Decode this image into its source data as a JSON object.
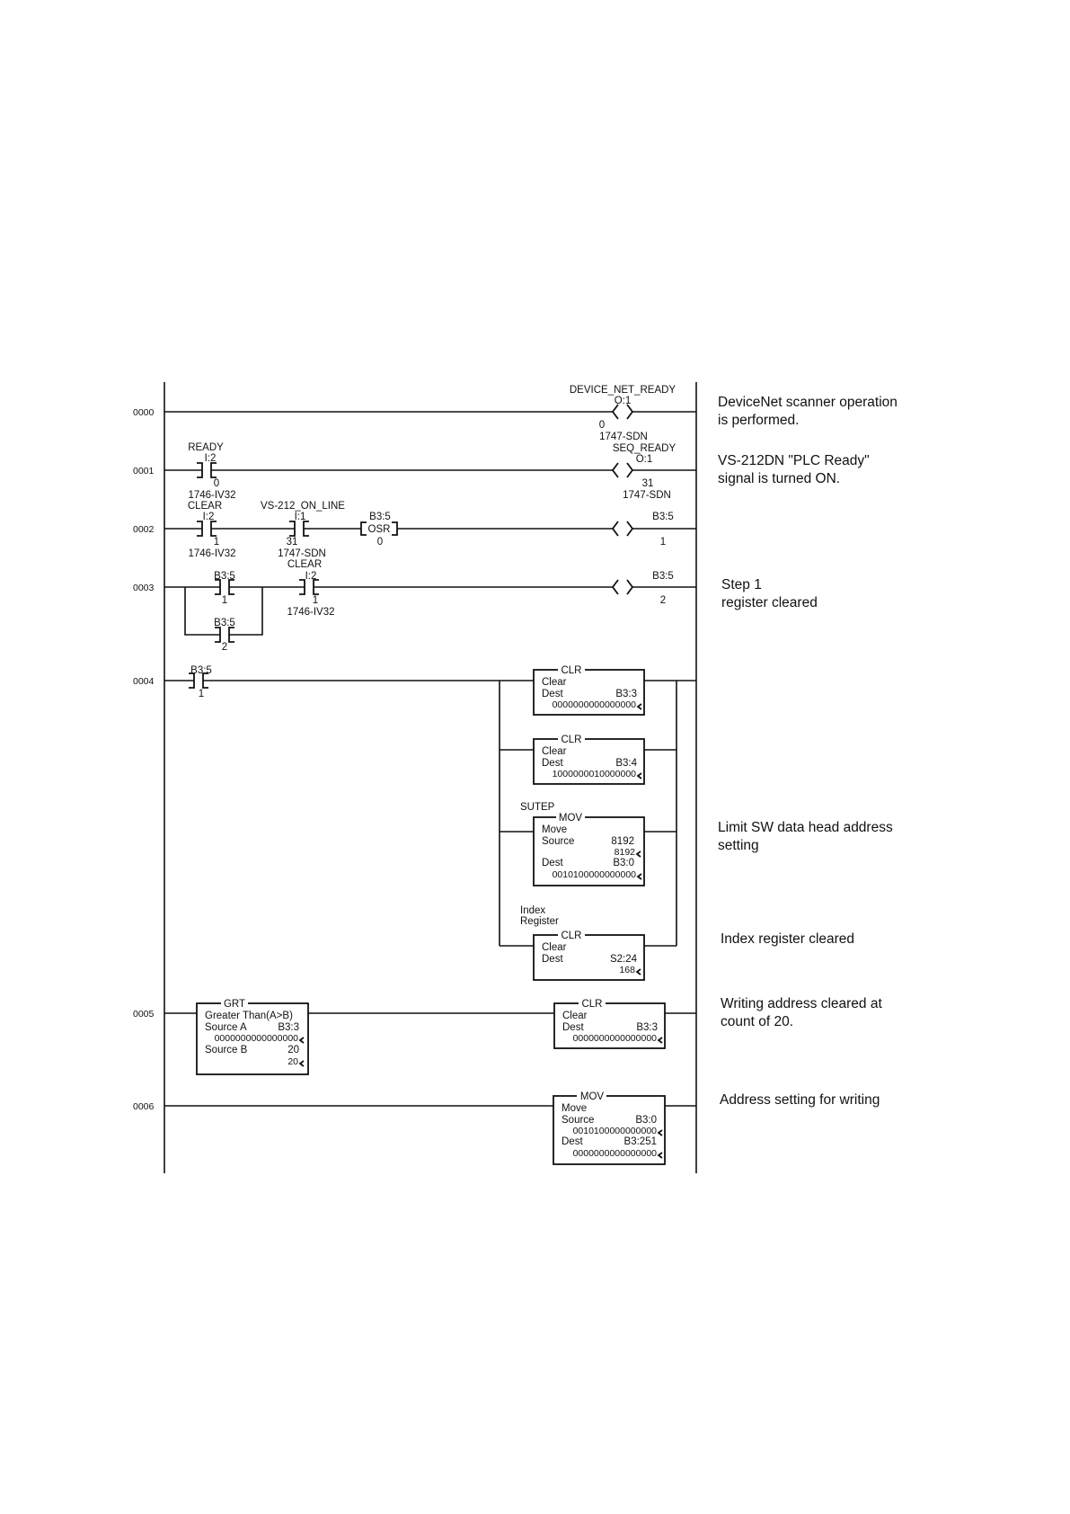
{
  "rungs": [
    {
      "number": "0000",
      "coil": {
        "tag": "DEVICE_NET_READY",
        "addr": "O:1",
        "bit": "0",
        "module": "1747-SDN"
      },
      "comment": [
        "DeviceNet scanner operation",
        "is performed."
      ]
    },
    {
      "number": "0001",
      "contact": {
        "tag": "READY",
        "addr": "I:2",
        "bit": "0",
        "module": "1746-IV32"
      },
      "coil": {
        "tag": "SEQ_READY",
        "addr": "O:1",
        "bit": "31",
        "module": "1747-SDN"
      },
      "comment": [
        "VS-212DN \"PLC Ready\"",
        "signal is turned ON."
      ]
    },
    {
      "number": "0002",
      "contact1": {
        "tag": "CLEAR",
        "addr": "I:2",
        "bit": "1",
        "module": "1746-IV32"
      },
      "contact2": {
        "tag": "VS-212_ON_LINE",
        "addr": "I:1",
        "bit": "31",
        "module": "1747-SDN"
      },
      "osr": {
        "addr": "B3:5",
        "label": "OSR",
        "bit": "0"
      },
      "coil": {
        "addr": "B3:5",
        "bit": "1"
      }
    },
    {
      "number": "0003",
      "contact1": {
        "addr": "B3:5",
        "bit": "1"
      },
      "contact_branch": {
        "addr": "B3:5",
        "bit": "2"
      },
      "contact2": {
        "tag": "CLEAR",
        "addr": "I:2",
        "bit": "1",
        "module": "1746-IV32"
      },
      "coil": {
        "addr": "B3:5",
        "bit": "2"
      },
      "comment": [
        "Step 1",
        "register cleared"
      ]
    },
    {
      "number": "0004",
      "contact": {
        "addr": "B3:5",
        "bit": "1"
      },
      "clr1": {
        "title": "CLR",
        "name": "Clear",
        "dest_label": "Dest",
        "dest": "B3:3",
        "value": "0000000000000000"
      },
      "clr2": {
        "title": "CLR",
        "name": "Clear",
        "dest_label": "Dest",
        "dest": "B3:4",
        "value": "1000000010000000"
      },
      "mov": {
        "tag": "SUTEP",
        "title": "MOV",
        "name": "Move",
        "source_label": "Source",
        "source": "8192",
        "source_value": "8192",
        "dest_label": "Dest",
        "dest": "B3:0",
        "dest_value": "0010100000000000"
      },
      "clr3": {
        "tag_line1": "Index",
        "tag_line2": "Register",
        "title": "CLR",
        "name": "Clear",
        "dest_label": "Dest",
        "dest": "S2:24",
        "value": "168"
      },
      "comment_mov": [
        "Limit SW data head address",
        "setting"
      ],
      "comment_clr3": "Index register cleared"
    },
    {
      "number": "0005",
      "grt": {
        "title": "GRT",
        "name": "Greater Than(A>B)",
        "a_label": "Source A",
        "a": "B3:3",
        "a_value": "0000000000000000",
        "b_label": "Source B",
        "b": "20",
        "b_value": "20"
      },
      "clr": {
        "title": "CLR",
        "name": "Clear",
        "dest_label": "Dest",
        "dest": "B3:3",
        "value": "0000000000000000"
      },
      "comment": [
        "Writing address cleared at",
        "count of 20."
      ]
    },
    {
      "number": "0006",
      "mov": {
        "title": "MOV",
        "name": "Move",
        "source_label": "Source",
        "source": "B3:0",
        "source_value": "0010100000000000",
        "dest_label": "Dest",
        "dest": "B3:251",
        "dest_value": "0000000000000000"
      },
      "comment": "Address setting for writing"
    }
  ]
}
